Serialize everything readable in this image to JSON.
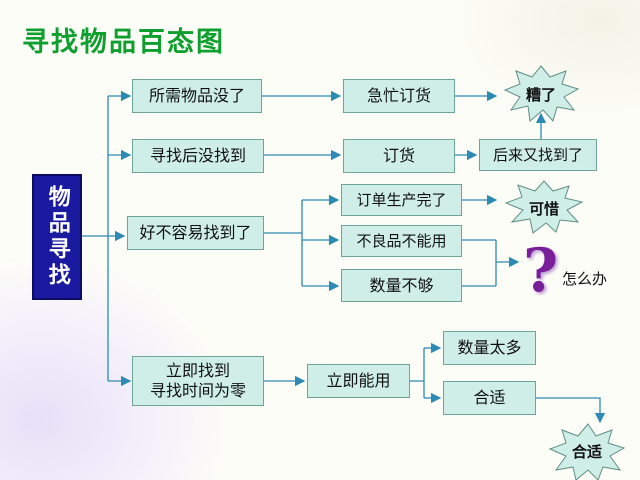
{
  "title": "寻找物品百态图",
  "center": "物品寻找",
  "nodes": {
    "b1": "所需物品没了",
    "b2": "急忙订货",
    "b3": "寻找后没找到",
    "b4": "订货",
    "b5": "后来又找到了",
    "b6": "好不容易找到了",
    "b7": "订单生产完了",
    "b8": "不良品不能用",
    "b9": "数量不够",
    "b10": "立即找到\n寻找时间为零",
    "b11": "立即能用",
    "b12": "数量太多",
    "b13": "合适"
  },
  "bursts": {
    "zaole": "糟了",
    "kexi": "可惜",
    "heshi": "合适"
  },
  "question": {
    "mark": "?",
    "label": "怎么办"
  },
  "colors": {
    "title": "#0f9f2e",
    "box_fill": "#cfeee8",
    "center_fill": "#1a1aa0",
    "burst_fill": "#cfeee8",
    "question": "#7a1f9a"
  }
}
